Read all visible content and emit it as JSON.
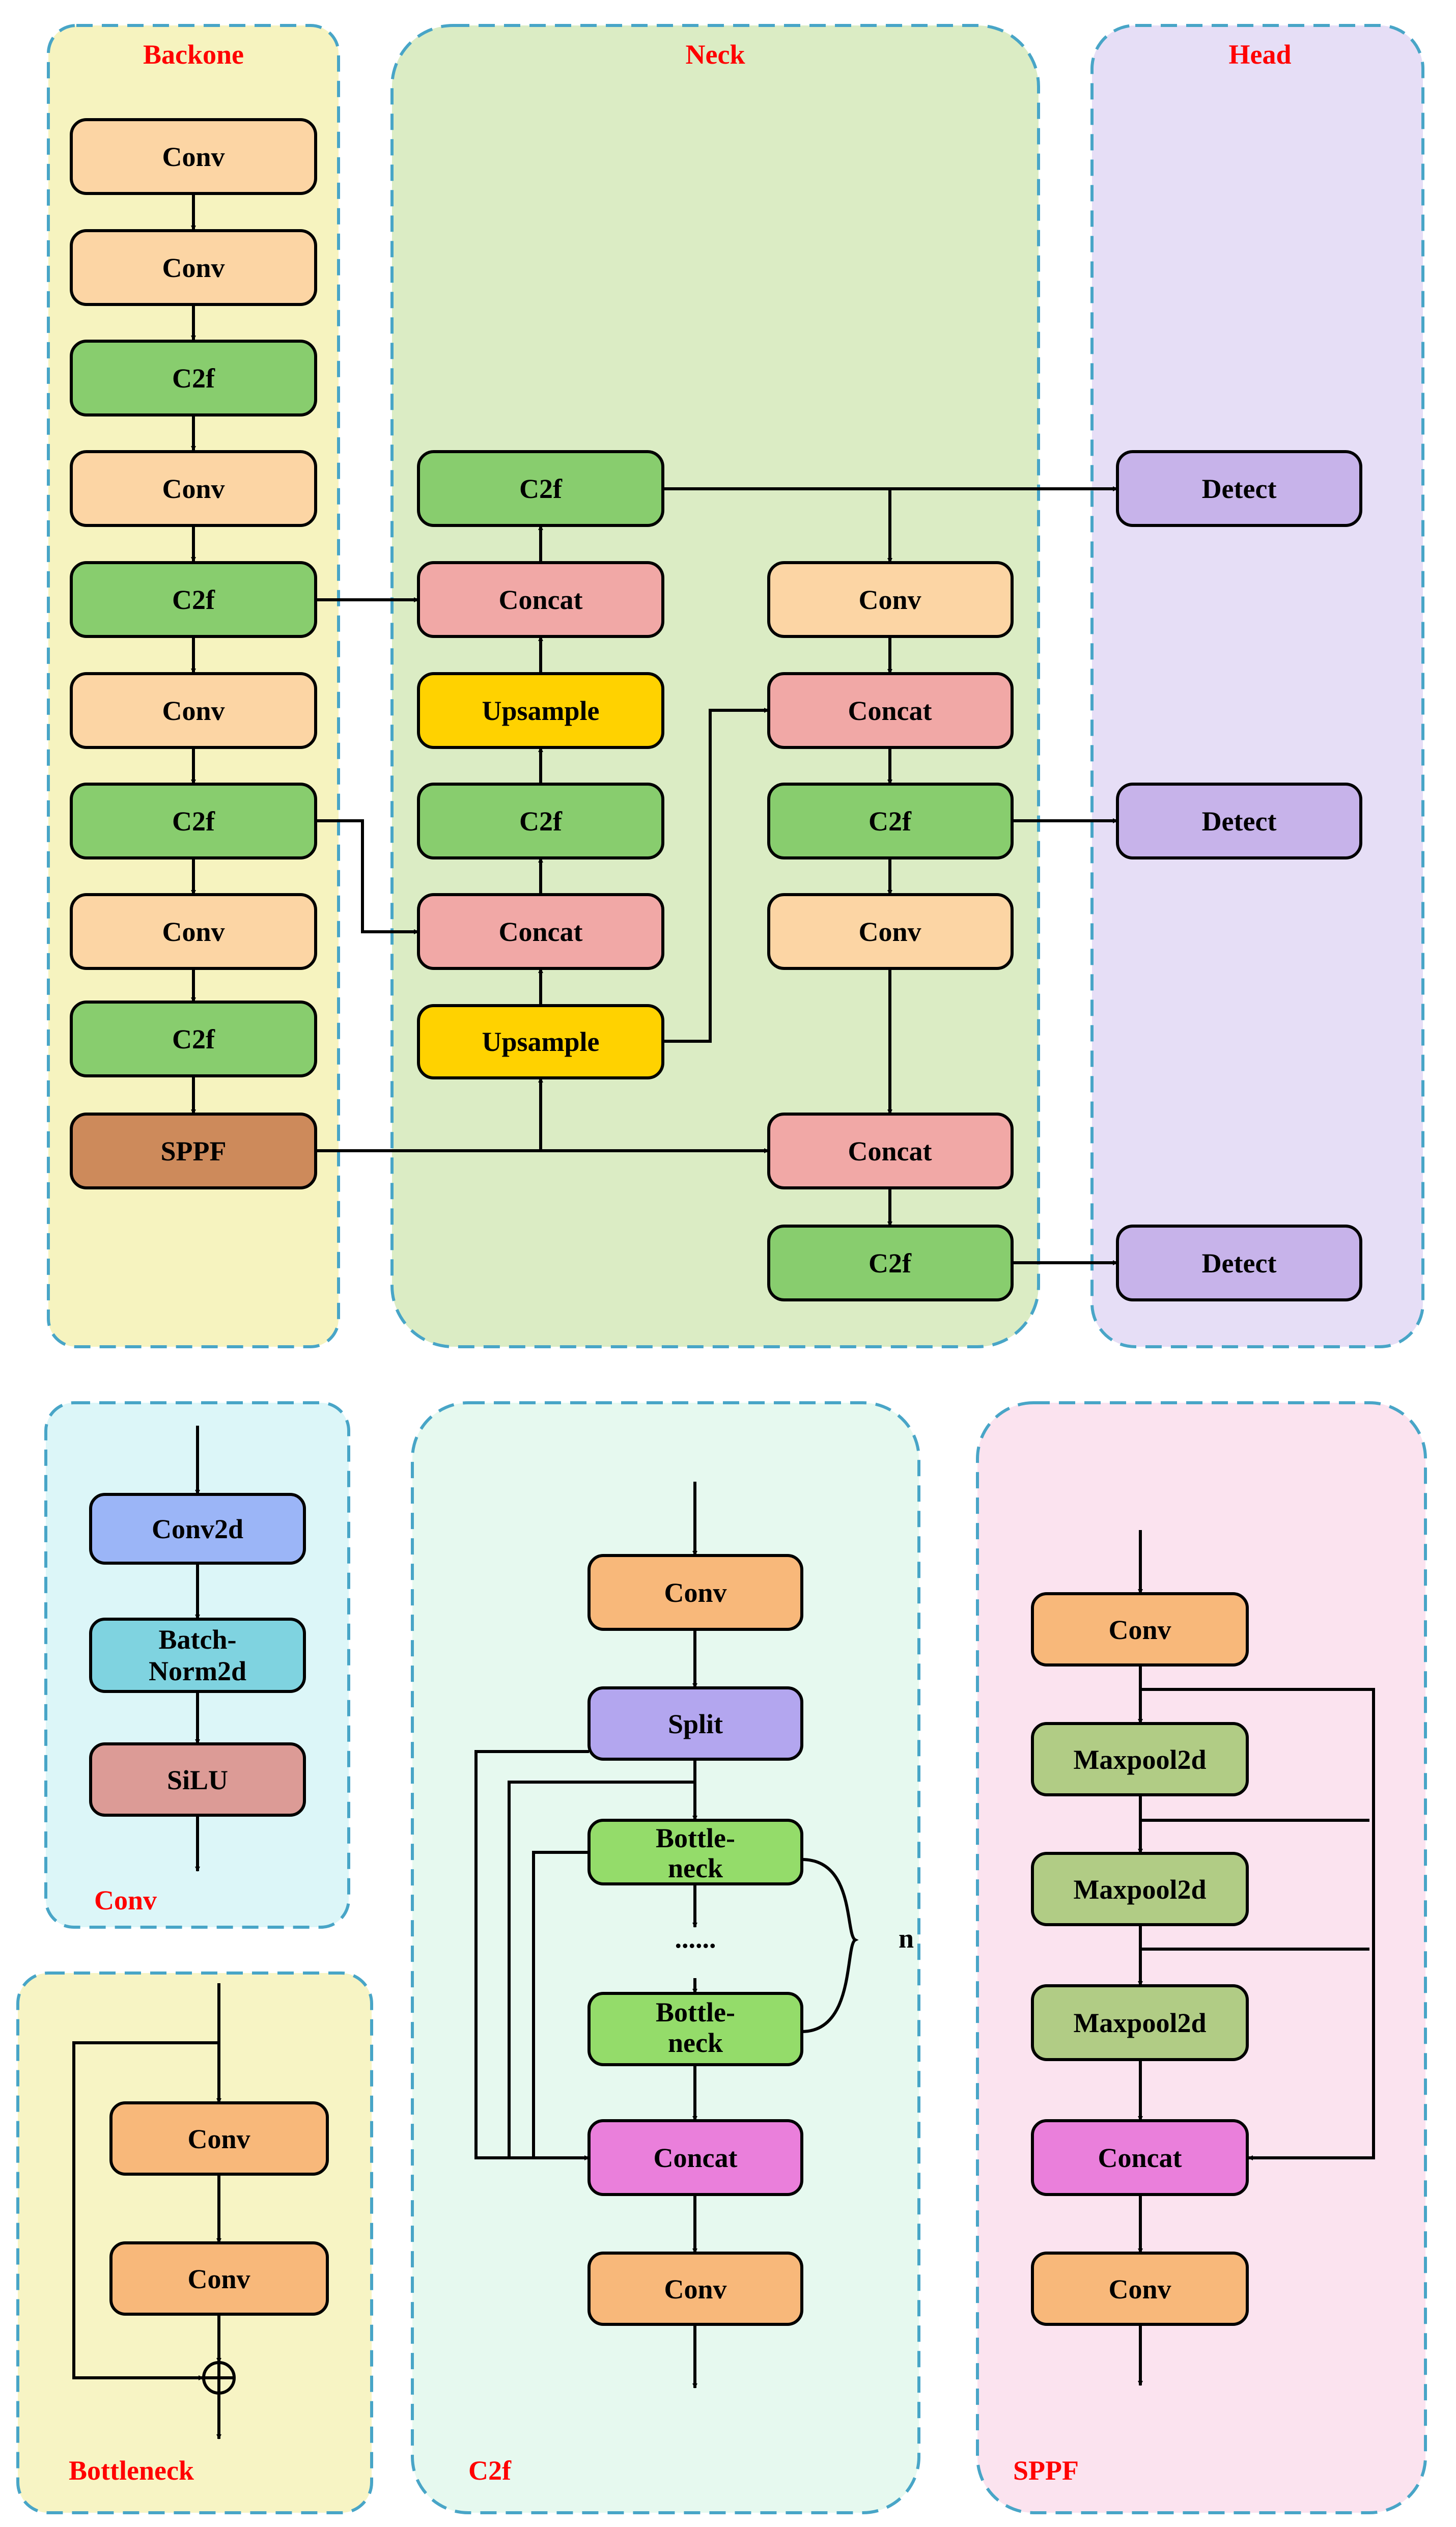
{
  "panels": {
    "backbone_title": "Backone",
    "neck_title": "Neck",
    "head_title": "Head",
    "conv_title": "Conv",
    "c2f_title": "C2f",
    "sppf_title": "SPPF",
    "bottleneck_title": "Bottleneck"
  },
  "colors": {
    "conv_light": "#fcd5a4",
    "c2f_green": "#88cd6e",
    "sppf_brown": "#cd8a5b",
    "concat_pink": "#f1a8a6",
    "upsample_yellow": "#ffd200",
    "detect_purple": "#c7b3ea",
    "conv2d_blue": "#9bb5f7",
    "batchnorm_cyan": "#7fd3e0",
    "silu_rose": "#dc9b96",
    "conv_orange": "#f8b87a",
    "split_lavender": "#b3a6ef",
    "bottleneck_green": "#94dc6a",
    "concat_magenta": "#ea7fdb",
    "maxpool_olive": "#b1cc85"
  },
  "backbone": {
    "blocks": [
      "Conv",
      "Conv",
      "C2f",
      "Conv",
      "C2f",
      "Conv",
      "C2f",
      "Conv",
      "C2f",
      "SPPF"
    ]
  },
  "neck": {
    "left": [
      "C2f",
      "Concat",
      "Upsample",
      "C2f",
      "Concat",
      "Upsample"
    ],
    "right": [
      "Conv",
      "Concat",
      "C2f",
      "Conv",
      "Concat",
      "C2f"
    ]
  },
  "head": {
    "blocks": [
      "Detect",
      "Detect",
      "Detect"
    ]
  },
  "conv_module": {
    "conv2d": "Conv2d",
    "batchnorm_line1": "Batch-",
    "batchnorm_line2": "Norm2d",
    "silu": "SiLU"
  },
  "c2f_module": {
    "conv_top": "Conv",
    "split": "Split",
    "bottleneck_line1": "Bottle-",
    "bottleneck_line2": "neck",
    "dots": "......",
    "repeat": "n",
    "concat": "Concat",
    "conv_bottom": "Conv"
  },
  "sppf_module": {
    "conv_top": "Conv",
    "maxpool": "Maxpool2d",
    "concat": "Concat",
    "conv_bottom": "Conv"
  },
  "bottleneck_module": {
    "conv1": "Conv",
    "conv2": "Conv"
  }
}
